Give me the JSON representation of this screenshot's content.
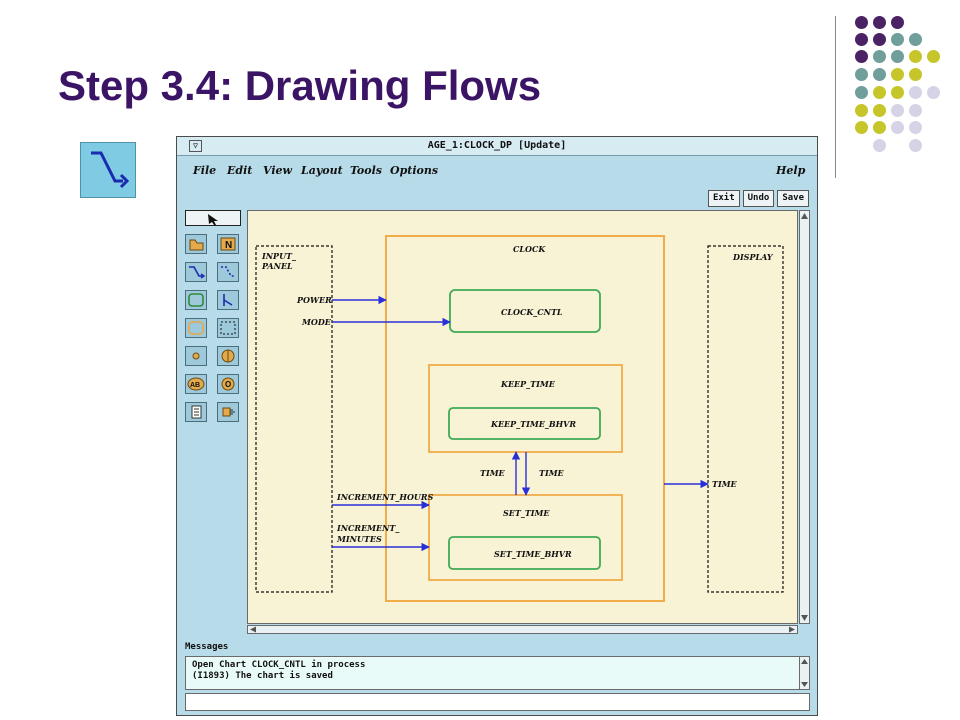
{
  "slide": {
    "title": "Step 3.4: Drawing Flows",
    "dot_colors": {
      "purple": "#4b2365",
      "teal": "#6f9e9b",
      "olive": "#c6c62a",
      "lavender": "#d6d3e6"
    },
    "tool_icon": "flow-arrow-icon"
  },
  "window": {
    "title": "AGE_1:CLOCK_DP  [Update]",
    "system_menu_glyph": "▽",
    "menu": {
      "file": "File",
      "edit": "Edit",
      "view": "View",
      "layout": "Layout",
      "tools": "Tools",
      "options": "Options",
      "help": "Help"
    },
    "buttons": {
      "exit": "Exit",
      "undo": "Undo",
      "save": "Save"
    },
    "palette_icons": [
      "pointer-icon",
      "chart-box-icon",
      "note-icon",
      "flow-icon",
      "dashed-flow-icon",
      "activity-box-icon",
      "connector-icon",
      "rounded-state-icon",
      "dashed-box-icon",
      "small-circle-icon",
      "split-circle-icon",
      "ab-label-icon",
      "o-label-icon",
      "document-icon",
      "plug-icon"
    ],
    "palette_text": {
      "n": "N",
      "ab": "AB",
      "o": "O"
    },
    "colors": {
      "canvas": "#f8f3d5",
      "orange": "#f2ac4a",
      "green": "#3faa55",
      "flow": "#2a30d8"
    },
    "canvas": {
      "input_panel": "INPUT_\nPANEL",
      "input_panel_line1": "INPUT_",
      "input_panel_line2": "PANEL",
      "display": "DISPLAY",
      "clock": "CLOCK",
      "clock_cntl": "CLOCK_CNTL",
      "keep_time": "KEEP_TIME",
      "keep_time_bhvr": "KEEP_TIME_BHVR",
      "set_time": "SET_TIME",
      "set_time_bhvr": "SET_TIME_BHVR",
      "flow_power": "POWER",
      "flow_mode": "MODE",
      "flow_time_up": "TIME",
      "flow_time_down": "TIME",
      "flow_time_out": "TIME",
      "flow_increment_hours": "INCREMENT_HOURS",
      "flow_increment_minutes_line1": "INCREMENT_",
      "flow_increment_minutes_line2": "MINUTES"
    },
    "messages": {
      "label": "Messages",
      "lines": [
        "Open Chart CLOCK_CNTL in process",
        "(I1893) The chart is saved"
      ]
    }
  }
}
